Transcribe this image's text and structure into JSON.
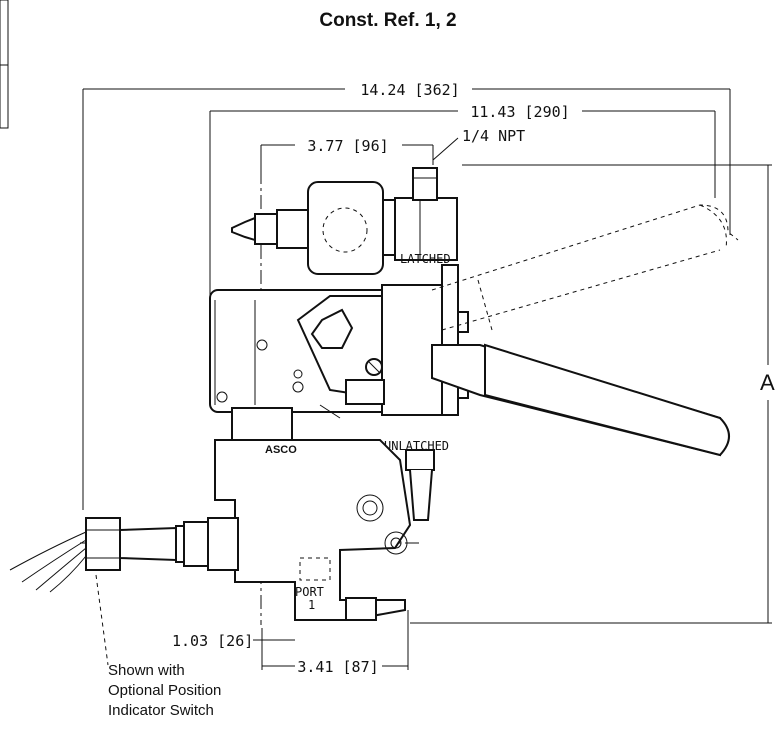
{
  "title": "Const. Ref. 1, 2",
  "dimensions": {
    "overall_width": "14.24 [362]",
    "body_width": "11.43 [290]",
    "centerline_offset": "3.77 [96]",
    "port_height": "1.03 [26]",
    "port_offset": "3.41 [87]",
    "height": "A"
  },
  "labels": {
    "npt": "1/4 NPT",
    "latched": "LATCHED",
    "unlatched": "UNLATCHED",
    "port": "PORT",
    "port_number": "1",
    "brand": "ASCO"
  },
  "note": {
    "line1": "Shown with",
    "line2": "Optional Position",
    "line3": "Indicator Switch"
  }
}
